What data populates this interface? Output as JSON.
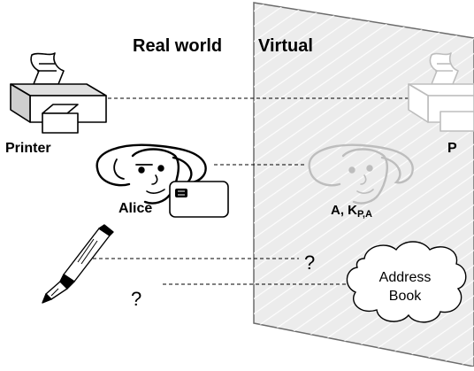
{
  "headings": {
    "real_world": "Real world",
    "virtual": "Virtual"
  },
  "labels": {
    "printer": "Printer",
    "printer_virtual": "P",
    "alice": "Alice",
    "alice_virtual_main": "A, K",
    "alice_virtual_sub": "P,A",
    "question_pen": "?",
    "question_left": "?",
    "address_book_line1": "Address",
    "address_book_line2": "Book"
  },
  "icons": {
    "printer": "printer-icon",
    "printer_virtual": "printer-ghost-icon",
    "alice": "alice-face-icon",
    "alice_virtual": "alice-face-ghost-icon",
    "smartcard": "smartcard-icon",
    "pen": "fountain-pen-icon",
    "address_book": "cloud-icon"
  },
  "colors": {
    "ink": "#000000",
    "ghost": "#bdbdbd",
    "plane_fill": "#ececec",
    "plane_stroke": "#6b6b6b"
  }
}
